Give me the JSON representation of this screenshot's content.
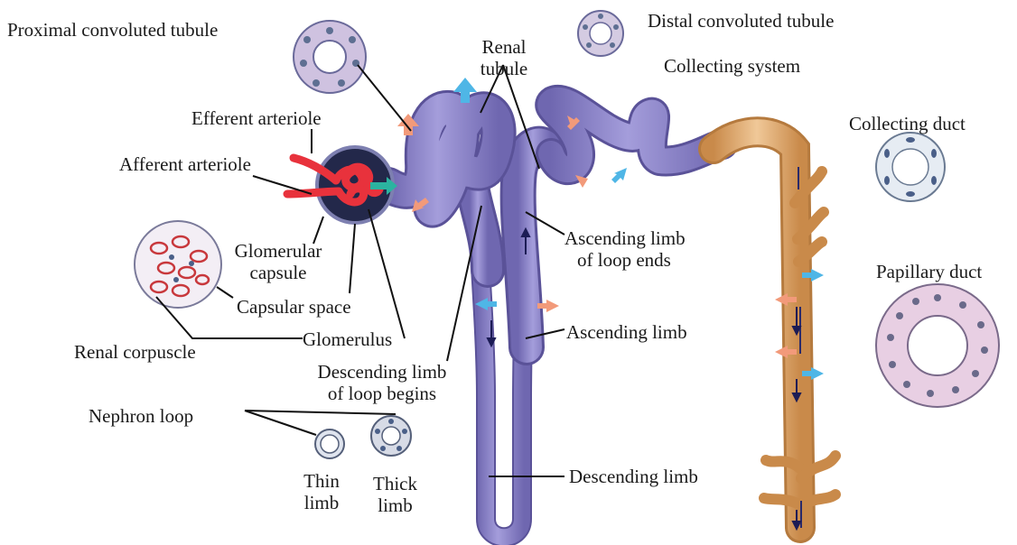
{
  "labels": {
    "proximal_convoluted_tubule": "Proximal convoluted tubule",
    "distal_convoluted_tubule": "Distal convoluted tubule",
    "renal_tubule": [
      "Renal",
      "tubule"
    ],
    "collecting_system": "Collecting system",
    "collecting_duct": "Collecting duct",
    "efferent_arteriole": "Efferent arteriole",
    "afferent_arteriole": "Afferent arteriole",
    "glomerular_capsule": [
      "Glomerular",
      "capsule"
    ],
    "capsular_space": "Capsular space",
    "glomerulus": "Glomerulus",
    "renal_corpuscle": "Renal corpuscle",
    "ascending_limb_of_loop_ends": [
      "Ascending limb",
      "of loop ends"
    ],
    "ascending_limb": "Ascending limb",
    "descending_limb_of_loop_begins": [
      "Descending limb",
      "of loop begins"
    ],
    "descending_limb": "Descending limb",
    "papillary_duct": "Papillary duct",
    "nephron_loop": "Nephron loop",
    "thin_limb": [
      "Thin",
      "limb"
    ],
    "thick_limb": [
      "Thick",
      "limb"
    ]
  },
  "colors": {
    "tubule": "#8e86c8",
    "tubule_dark": "#5a5298",
    "collecting": "#e0b07a",
    "collecting_dark": "#b57a3e",
    "arteriole": "#e8323c",
    "capsule_dark": "#23284a",
    "arrow_blue": "#4fb6e6",
    "arrow_orange": "#f29a7a",
    "arrow_teal": "#2bb3a0",
    "cell_pink": "#e6c9de",
    "nucleus": "#5e6f92"
  }
}
